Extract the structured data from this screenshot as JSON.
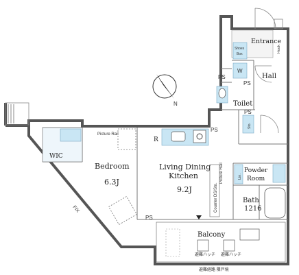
{
  "rooms": {
    "entrance": "Entrance",
    "shoes_box_top": "Shoes",
    "shoes_box_bottom": "Box",
    "hook": "Hook",
    "hall": "Hall",
    "toilet": "Toilet",
    "ps_upper": "PS",
    "ps_toilet": "PS",
    "ps_kitchen": "PS",
    "ps_right": "PS",
    "ps_lower": "PS",
    "wic": "WIC",
    "bedroom": "Bedroom",
    "bedroom_size": "6.3J",
    "ldk_line1": "Living Dining",
    "ldk_line2": "Kitchen",
    "ldk_size": "9.2J",
    "powder_room_line1": "Powder",
    "powder_room_line2": "Room",
    "bath": "Bath",
    "bath_size": "1216",
    "balcony": "Balcony",
    "fix": "FIX",
    "counter_ds": "Counter DS/Sto.",
    "picture_rail_bedroom": "Picture Rail",
    "picture_rail_ldk": "Picture Rail",
    "refrigerator": "R",
    "washer": "W",
    "linen": "Lin.",
    "storage": "Sto.",
    "evac_left": "避難ハッチ",
    "evac_right": "避難ハッチ",
    "evac_bottom": "避難経路 隣戸境",
    "north_mark": "N"
  }
}
